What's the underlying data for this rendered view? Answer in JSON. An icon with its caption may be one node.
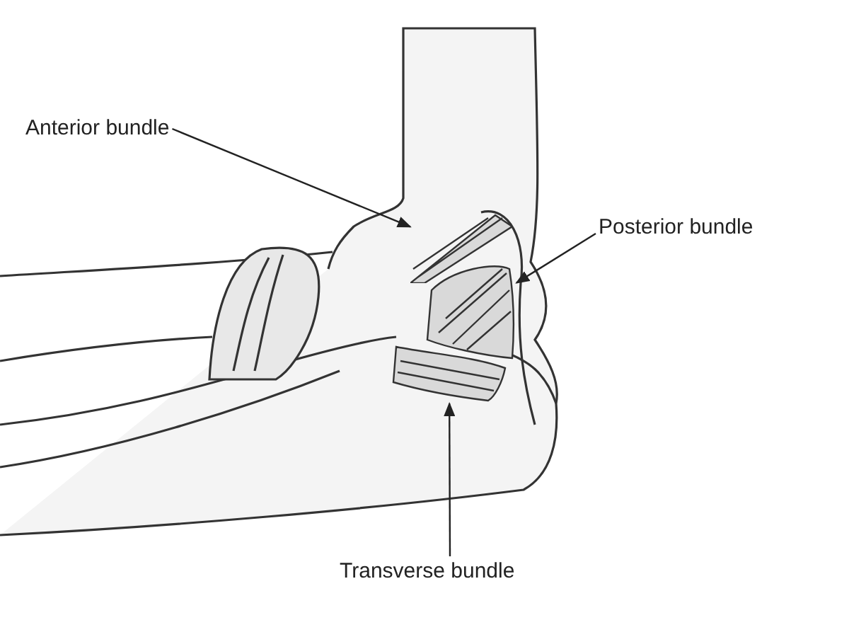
{
  "diagram": {
    "nodes": [
      {
        "text": [
          "Anterior bundle"
        ]
      },
      {
        "text": [],
        "shape": "picture"
      },
      {
        "text": [
          "Posterior bundle"
        ]
      },
      {
        "text": [],
        "shape": "picture"
      },
      {
        "text": [
          "Transverse bundle"
        ]
      },
      {
        "text": [],
        "shape": "picture"
      }
    ],
    "edges": [
      {
        "from": 0,
        "to": 1,
        "arrow": "to"
      },
      {
        "from": 2,
        "to": 3,
        "arrow": "to"
      },
      {
        "from": 4,
        "to": 5,
        "arrow": "to"
      }
    ]
  }
}
